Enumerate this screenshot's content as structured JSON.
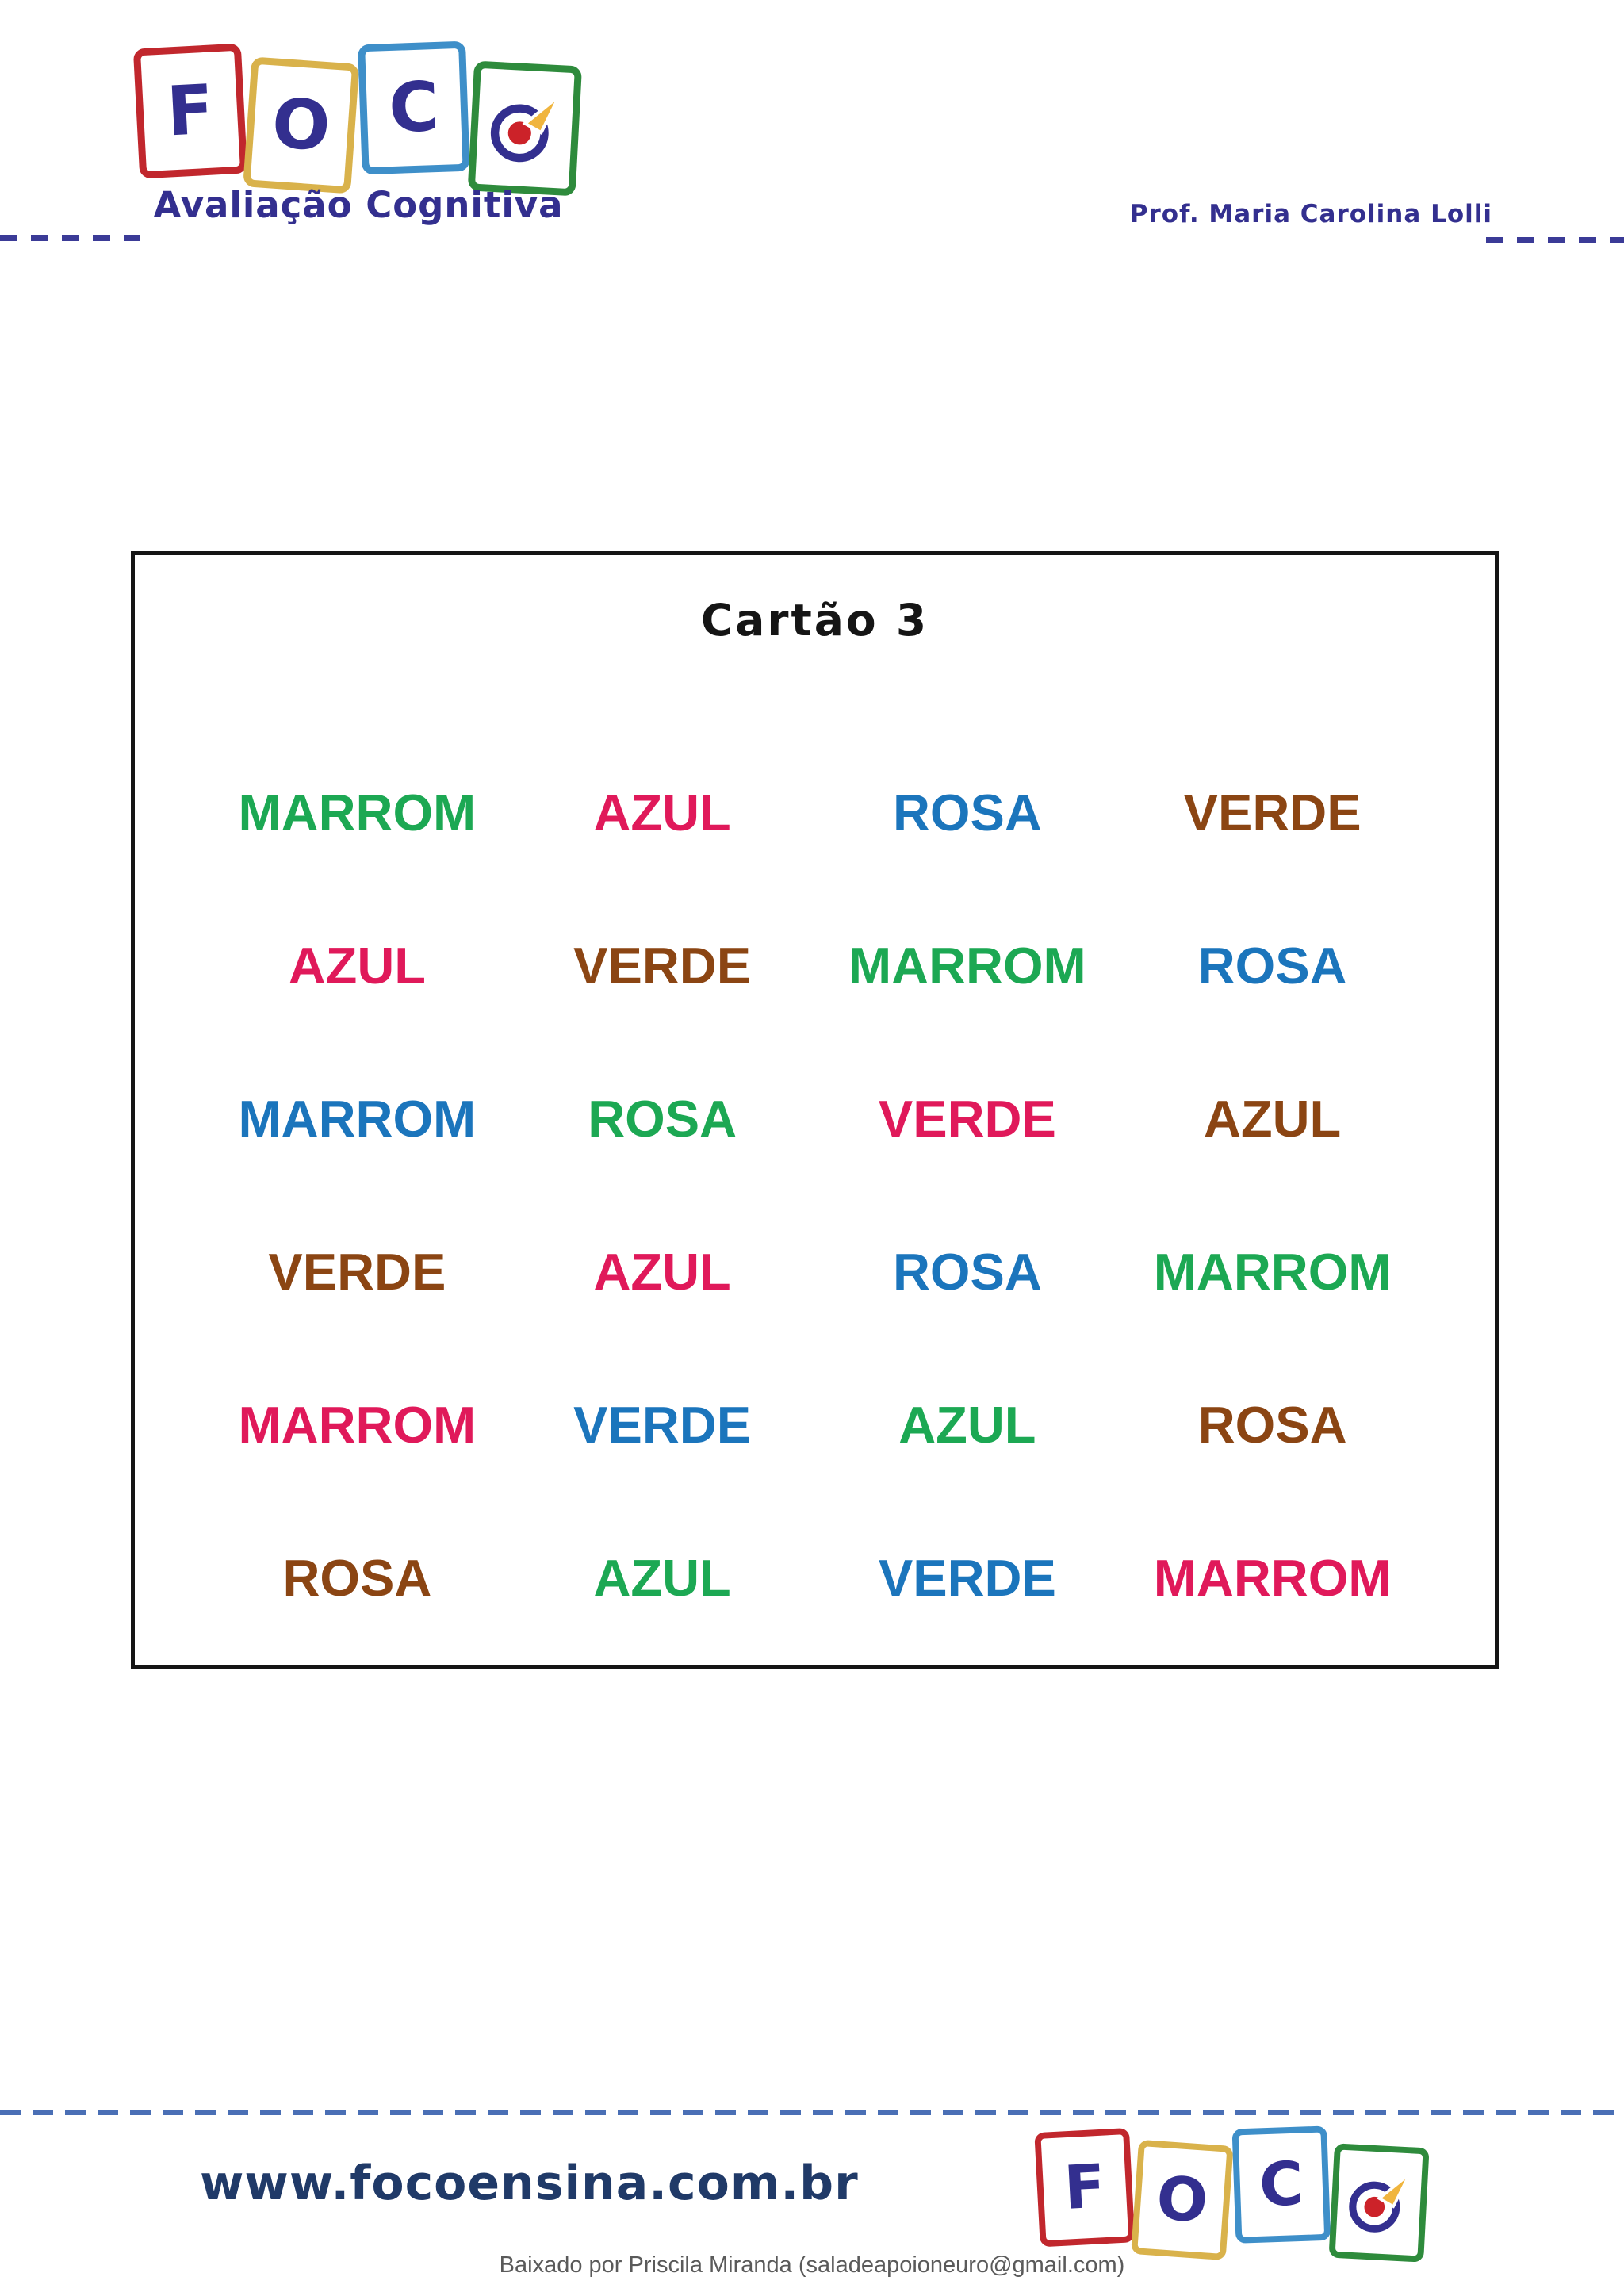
{
  "header": {
    "logo": {
      "blocks": [
        {
          "letter": "F",
          "color": "#c1272d"
        },
        {
          "letter": "O",
          "color": "#d9b24b"
        },
        {
          "letter": "C",
          "color": "#3e8fc9"
        },
        {
          "letter": "",
          "color": "#2e8b3c",
          "icon": "target-with-arrow"
        }
      ],
      "letter_color": "#332f8f",
      "subtitle": "Avaliação Cognitiva"
    },
    "professor": "Prof. Maria Carolina Lolli"
  },
  "card": {
    "title": "Cartão 3",
    "palette": {
      "green": "#1ca853",
      "pink": "#e0195a",
      "blue": "#1b75bc",
      "brown": "#8b4513"
    },
    "rows": [
      [
        {
          "text": "MARROM",
          "color": "green"
        },
        {
          "text": "AZUL",
          "color": "pink"
        },
        {
          "text": "ROSA",
          "color": "blue"
        },
        {
          "text": "VERDE",
          "color": "brown"
        }
      ],
      [
        {
          "text": "AZUL",
          "color": "pink"
        },
        {
          "text": "VERDE",
          "color": "brown"
        },
        {
          "text": "MARROM",
          "color": "green"
        },
        {
          "text": "ROSA",
          "color": "blue"
        }
      ],
      [
        {
          "text": "MARROM",
          "color": "blue"
        },
        {
          "text": "ROSA",
          "color": "green"
        },
        {
          "text": "VERDE",
          "color": "pink"
        },
        {
          "text": "AZUL",
          "color": "brown"
        }
      ],
      [
        {
          "text": "VERDE",
          "color": "brown"
        },
        {
          "text": "AZUL",
          "color": "pink"
        },
        {
          "text": "ROSA",
          "color": "blue"
        },
        {
          "text": "MARROM",
          "color": "green"
        }
      ],
      [
        {
          "text": "MARROM",
          "color": "pink"
        },
        {
          "text": "VERDE",
          "color": "blue"
        },
        {
          "text": "AZUL",
          "color": "green"
        },
        {
          "text": "ROSA",
          "color": "brown"
        }
      ],
      [
        {
          "text": "ROSA",
          "color": "brown"
        },
        {
          "text": "AZUL",
          "color": "green"
        },
        {
          "text": "VERDE",
          "color": "blue"
        },
        {
          "text": "MARROM",
          "color": "pink"
        }
      ]
    ]
  },
  "divider_colors": {
    "top_dashes": "#3b3b97",
    "footer_dashes": "#4a6fb5"
  },
  "footer": {
    "website": "www.focoensina.com.br",
    "download_note": "Baixado por Priscila Miranda (saladeapoioneuro@gmail.com)"
  }
}
